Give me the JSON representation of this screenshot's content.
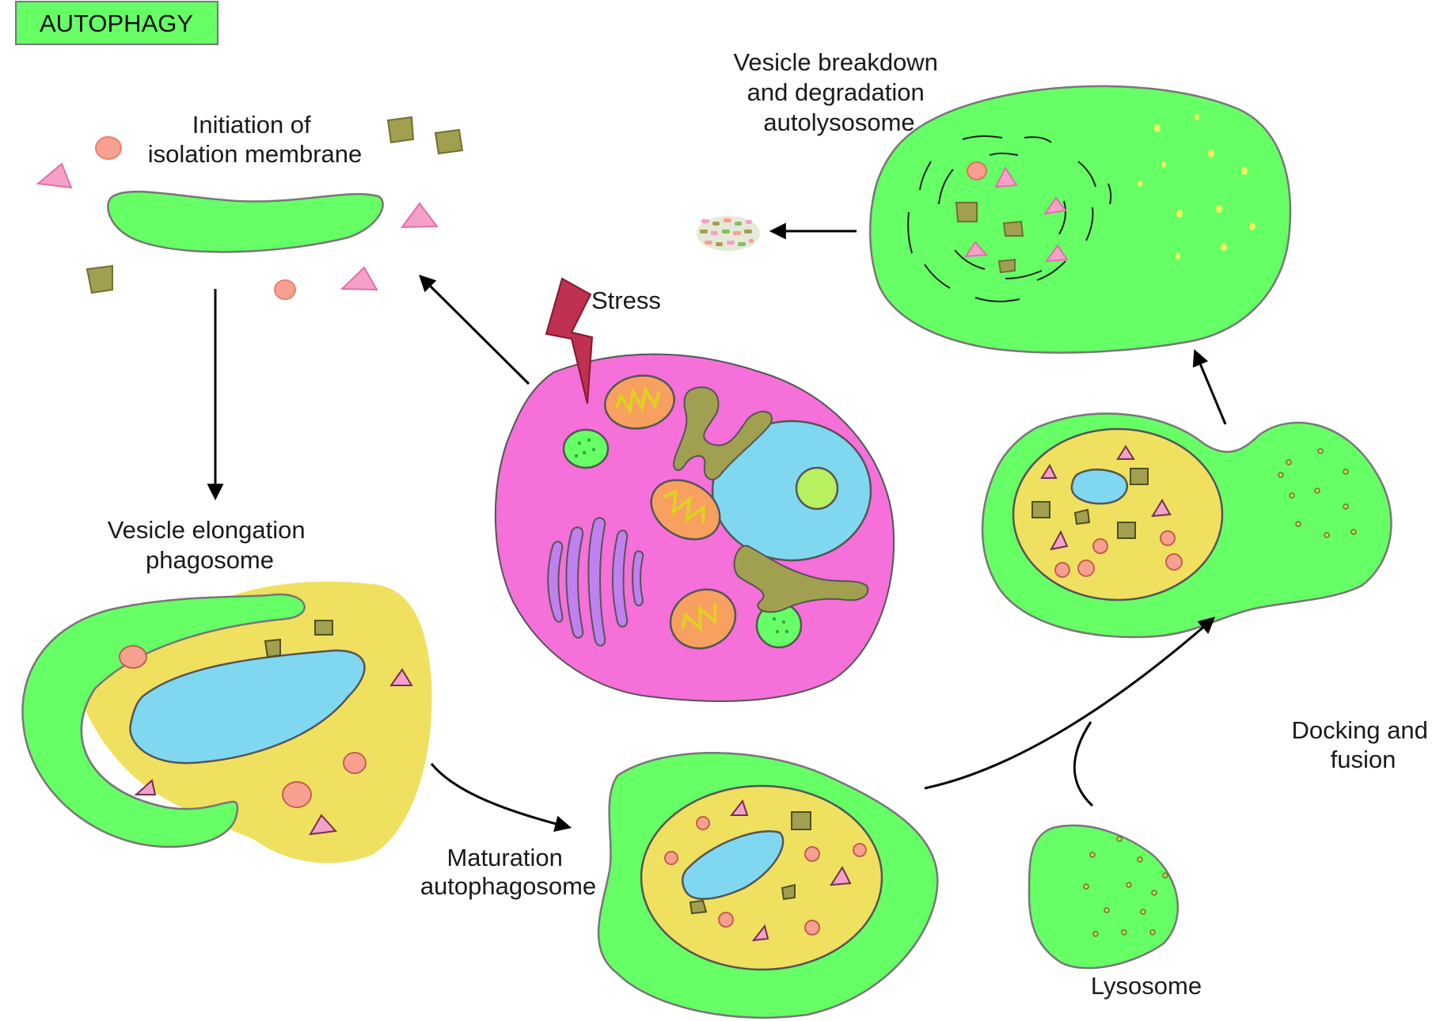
{
  "title": "AUTOPHAGY",
  "labels": {
    "initiation": [
      "Initiation of",
      "isolation membrane"
    ],
    "elongation": [
      "Vesicle elongation",
      "phagosome"
    ],
    "maturation": [
      "Maturation",
      "autophagosome"
    ],
    "docking": [
      "Docking and",
      "fusion"
    ],
    "lysosome": "Lysosome",
    "breakdown": [
      "Vesicle breakdown",
      "and degradation",
      "autolysosome"
    ],
    "stress": "Stress"
  },
  "colors": {
    "membrane_green": "#66ff66",
    "cytoplasm_yellow": "#f0e060",
    "nucleus_blue": "#80d8f0",
    "cell_pink": "#f570d8",
    "debris_olive": "#a0a050",
    "debris_pink": "#f5a0c8",
    "debris_salmon": "#f8a090",
    "stress_red": "#c03050",
    "title_box": "#66ff66"
  }
}
